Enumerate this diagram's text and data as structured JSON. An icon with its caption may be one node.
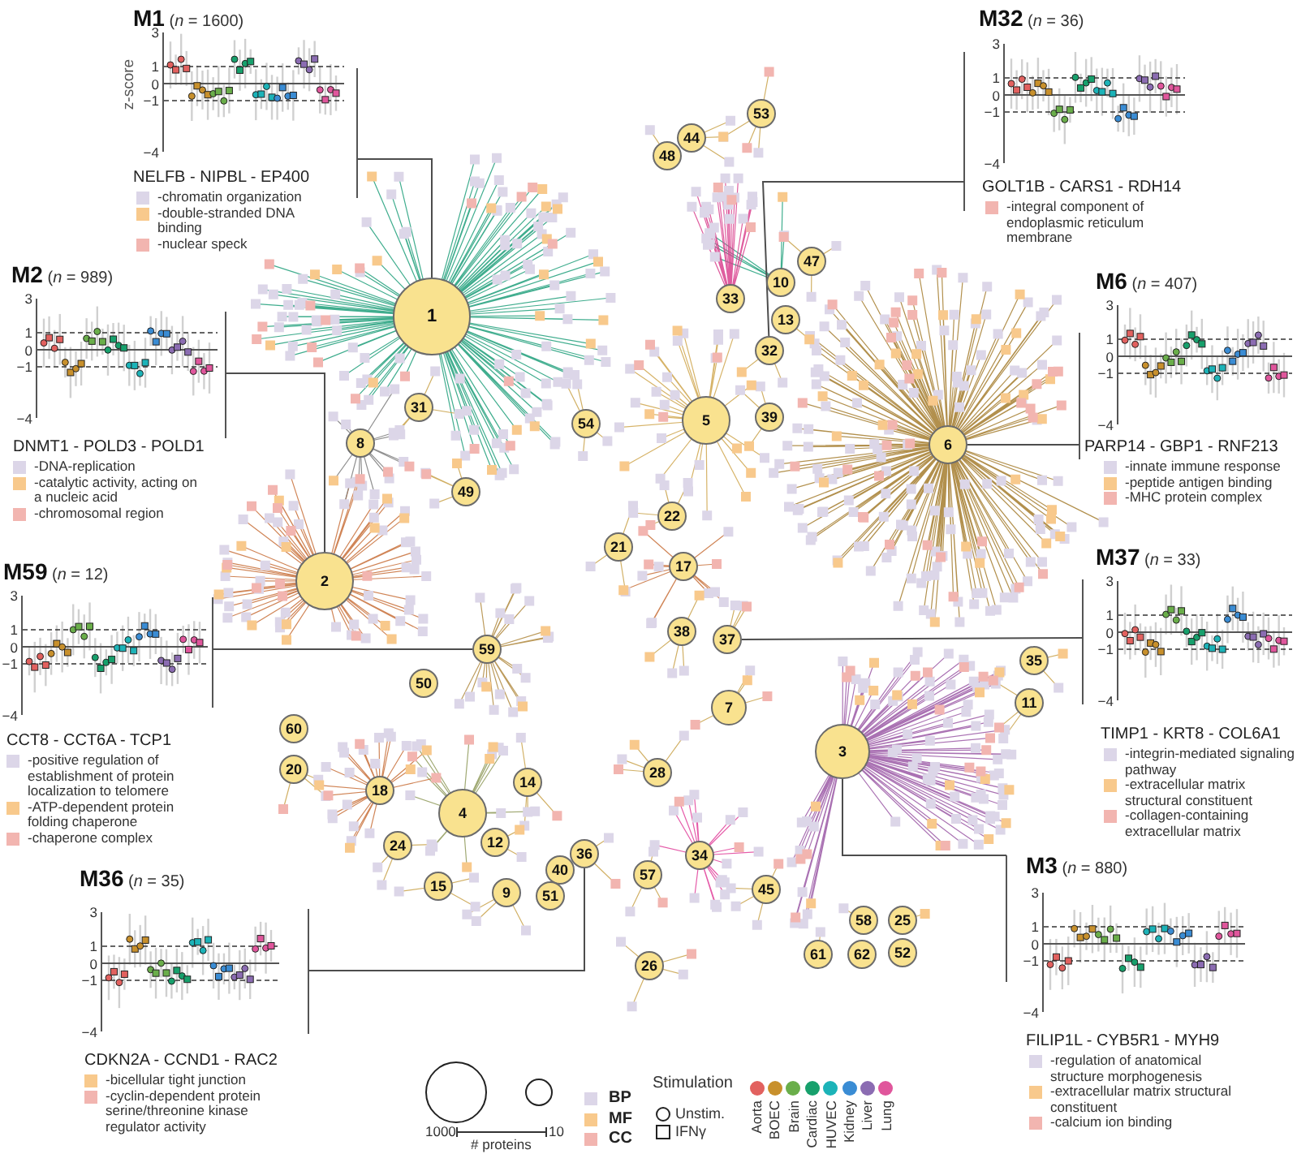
{
  "diagram": {
    "nodes": [
      {
        "text": [
          "**M1** (*n* = 1600)",
          "3",
          "1",
          "0",
          "−1",
          "−4",
          "NELFB - NIPBL - EP400",
          "-chromatin organization",
          "-double-stranded DNA binding",
          "-nuclear speck"
        ]
      },
      {
        "text": [
          "**M2** (*n* = 989)",
          "3",
          "1",
          "0",
          "−1",
          "−4",
          "DNMT1 - POLD3 - POLD1",
          "-DNA-replication",
          "-catalytic activity, acting on a nucleic acid",
          "-chromosomal region"
        ]
      },
      {
        "text": [
          "**M59** (*n* = 12)",
          "3",
          "1",
          "0",
          "−1",
          "−4",
          "CCT8 - CCT6A - TCP1",
          "-positive regulation of establishment of protein localization to telomere",
          "-ATP-dependent protein folding chaperone",
          "-chaperone complex"
        ]
      },
      {
        "text": [
          "**M36** (*n* = 35)",
          "3",
          "1",
          "0",
          "−1",
          "−4",
          "CDKN2A - CCND1 - RAC2",
          "-bicellular tight junction",
          "-cyclin-dependent protein serine/threonine kinase regulator activity"
        ]
      },
      {
        "text": [
          "**M32** (*n* = 36)",
          "3",
          "1",
          "0",
          "−1",
          "−4",
          "GOLT1B - CARS1 - RDH14",
          "-integral component of endoplasmic reticulum membrane"
        ]
      },
      {
        "text": [
          "**M6** (*n* = 407)",
          "3",
          "1",
          "0",
          "−1",
          "−4",
          "PARP14 - GBP1 - RNF213",
          "-innate immune response",
          "-peptide antigen binding",
          "-MHC protein complex"
        ]
      },
      {
        "text": [
          "**M37** (*n* = 33)",
          "3",
          "1",
          "0",
          "−1",
          "−4",
          "TIMP1 - KRT8 - COL6A1",
          "-integrin-mediated signaling pathway",
          "-extracellular matrix structural constituent",
          "-collagen-containing extracellular matrix"
        ]
      },
      {
        "text": [
          "**M3** (*n* = 880)",
          "3",
          "1",
          "0",
          "−1",
          "−4",
          "FILIP1L - CYB5R1 - MYH9",
          "-regulation of anatomical structure morphogenesis",
          "-extracellular matrix structural constituent",
          "-calcium ion binding"
        ]
      },
      {
        "text": [
          "1"
        ]
      },
      {
        "text": [
          "2"
        ]
      },
      {
        "text": [
          "3"
        ]
      },
      {
        "text": [
          "4"
        ]
      },
      {
        "text": [
          "5"
        ]
      },
      {
        "text": [
          "6"
        ]
      },
      {
        "text": [
          "7"
        ]
      },
      {
        "text": [
          "8"
        ]
      },
      {
        "text": [
          "9"
        ]
      },
      {
        "text": [
          "10"
        ]
      },
      {
        "text": [
          "11"
        ]
      },
      {
        "text": [
          "12"
        ]
      },
      {
        "text": [
          "13"
        ]
      },
      {
        "text": [
          "14"
        ]
      },
      {
        "text": [
          "15"
        ]
      },
      {
        "text": [
          "17"
        ]
      },
      {
        "text": [
          "18"
        ]
      },
      {
        "text": [
          "20"
        ]
      },
      {
        "text": [
          "21"
        ]
      },
      {
        "text": [
          "22"
        ]
      },
      {
        "text": [
          "24"
        ]
      },
      {
        "text": [
          "25"
        ]
      },
      {
        "text": [
          "26"
        ]
      },
      {
        "text": [
          "28"
        ]
      },
      {
        "text": [
          "31"
        ]
      },
      {
        "text": [
          "32"
        ]
      },
      {
        "text": [
          "33"
        ]
      },
      {
        "text": [
          "34"
        ]
      },
      {
        "text": [
          "35"
        ]
      },
      {
        "text": [
          "36"
        ]
      },
      {
        "text": [
          "37"
        ]
      },
      {
        "text": [
          "38"
        ]
      },
      {
        "text": [
          "39"
        ]
      },
      {
        "text": [
          "40"
        ]
      },
      {
        "text": [
          "44"
        ]
      },
      {
        "text": [
          "45"
        ]
      },
      {
        "text": [
          "47"
        ]
      },
      {
        "text": [
          "48"
        ]
      },
      {
        "text": [
          "49"
        ]
      },
      {
        "text": [
          "50"
        ]
      },
      {
        "text": [
          "51"
        ]
      },
      {
        "text": [
          "52"
        ]
      },
      {
        "text": [
          "53"
        ]
      },
      {
        "text": [
          "54"
        ]
      },
      {
        "text": [
          "57"
        ]
      },
      {
        "text": [
          "58"
        ]
      },
      {
        "text": [
          "59"
        ]
      },
      {
        "text": [
          "60"
        ]
      },
      {
        "text": [
          "61"
        ]
      },
      {
        "text": [
          "62"
        ]
      }
    ],
    "edges": [
      {
        "from": 0,
        "to": 8,
        "arrow": "none"
      },
      {
        "from": 1,
        "to": 9,
        "arrow": "none"
      },
      {
        "from": 2,
        "to": 54,
        "arrow": "none"
      },
      {
        "from": 3,
        "to": 37,
        "arrow": "none"
      },
      {
        "from": 4,
        "to": 33,
        "arrow": "none"
      },
      {
        "from": 5,
        "to": 13,
        "arrow": "none"
      },
      {
        "from": 6,
        "to": 38,
        "arrow": "none"
      },
      {
        "from": 7,
        "to": 10,
        "arrow": "none"
      }
    ],
    "labels": [
      "z-score",
      "1000",
      "10",
      "# proteins",
      "Stimulation"
    ],
    "legend": [
      {
        "text": "BP",
        "color": "#dcd6e8"
      },
      {
        "text": "MF",
        "color": "#f8c98c"
      },
      {
        "text": "CC",
        "color": "#f2b5b0"
      },
      {
        "text": "Unstim."
      },
      {
        "text": "IFNγ"
      },
      {
        "text": "Aorta",
        "color": "#e2615f"
      },
      {
        "text": "BOEC",
        "color": "#c8902c"
      },
      {
        "text": "Brain",
        "color": "#6aae4a"
      },
      {
        "text": "Cardiac",
        "color": "#17a06c"
      },
      {
        "text": "HUVEC",
        "color": "#1cb3b8"
      },
      {
        "text": "Kidney",
        "color": "#3a8cd4"
      },
      {
        "text": "Liver",
        "color": "#8b6cb2"
      },
      {
        "text": "Lung",
        "color": "#e0569c"
      }
    ]
  }
}
